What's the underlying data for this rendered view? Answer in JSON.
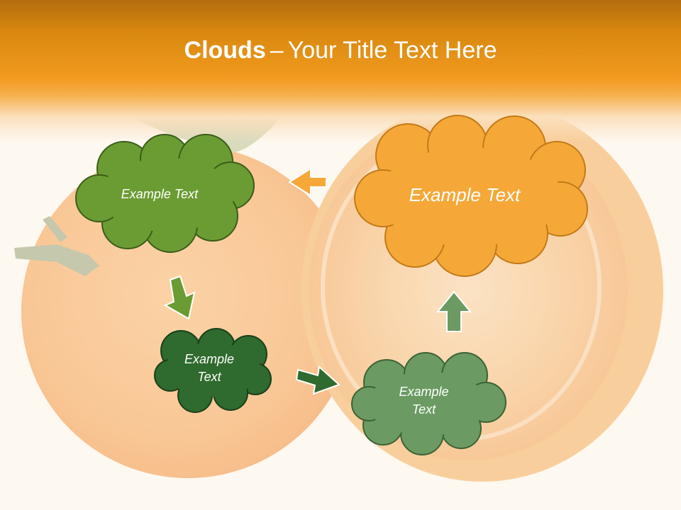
{
  "slide": {
    "title_bold": "Clouds",
    "title_dash": "–",
    "title_rest": "Your Title Text Here"
  },
  "clouds": [
    {
      "text": "Example Text",
      "color": "#6b9c33"
    },
    {
      "text": "Example Text",
      "color": "#f5a838"
    },
    {
      "text": "Example Text",
      "color": "#2f6a2e"
    },
    {
      "text": "Example Text",
      "color": "#6b9a63"
    }
  ],
  "arrows": [
    {
      "direction": "left",
      "color": "#f5a838"
    },
    {
      "direction": "down",
      "color": "#6b9c33"
    },
    {
      "direction": "right",
      "color": "#2f6a2e"
    },
    {
      "direction": "up",
      "color": "#6b9a63"
    }
  ],
  "colors": {
    "header": "#f29a1f",
    "background": "#fdf8f0"
  },
  "background_image": "orange-fruit-halves"
}
